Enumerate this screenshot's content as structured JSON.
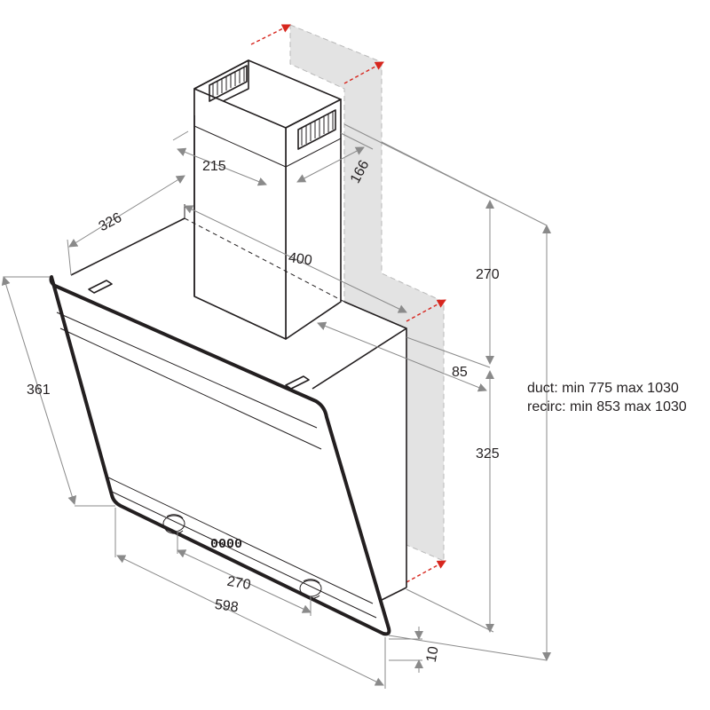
{
  "colors": {
    "line": "#231f20",
    "dimension_line": "#8a8a8a",
    "wall": "#e3e3e3",
    "clearance_arrow": "#d7261e"
  },
  "dimensions": {
    "chimney_width": "215",
    "chimney_depth": "166",
    "top_depth": "326",
    "top_width": "400",
    "upper_height": "270",
    "wall_offset": "85",
    "lower_height": "325",
    "side_depth": "361",
    "control_spacing": "270",
    "hood_width": "598",
    "bottom_thickness": "10"
  },
  "notes": {
    "ducted": "duct: min 775 max 1030",
    "recirculating": "recirc: min 853 max 1030"
  },
  "control_panel": {
    "display": "0000"
  }
}
